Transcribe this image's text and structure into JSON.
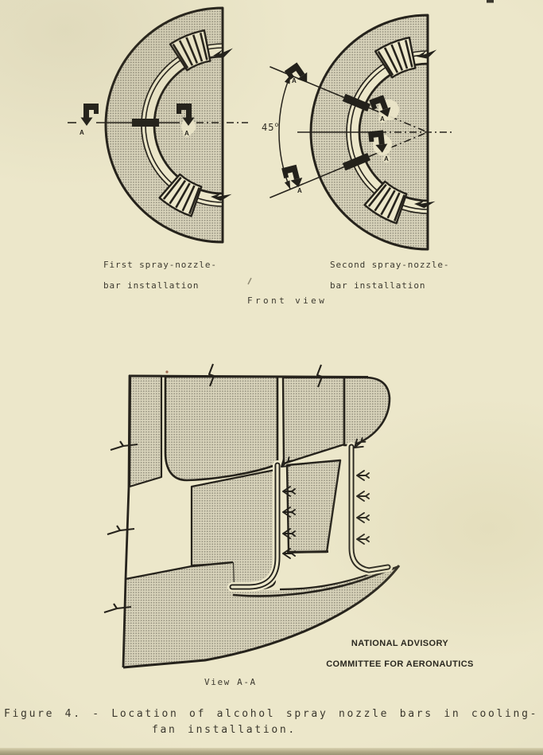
{
  "page": {
    "paper_color": "#ece7ca",
    "ink_color": "#26231c",
    "stipple_base": "#ddd8bf"
  },
  "figure": {
    "front_view_label": "Front view",
    "first_installation": {
      "line1": "First spray-nozzle-",
      "line2": "bar installation"
    },
    "second_installation": {
      "line1": "Second spray-nozzle-",
      "line2": "bar installation"
    },
    "angle": {
      "value": "45",
      "unit": "o"
    },
    "section_letter": "A",
    "view_label": "View A-A",
    "credit": {
      "line1": "NATIONAL ADVISORY",
      "line2": "COMMITTEE FOR AERONAUTICS"
    },
    "caption": {
      "line1": "Figure 4. - Location of alcohol spray nozzle bars in cooling-",
      "line2": "fan installation."
    }
  }
}
